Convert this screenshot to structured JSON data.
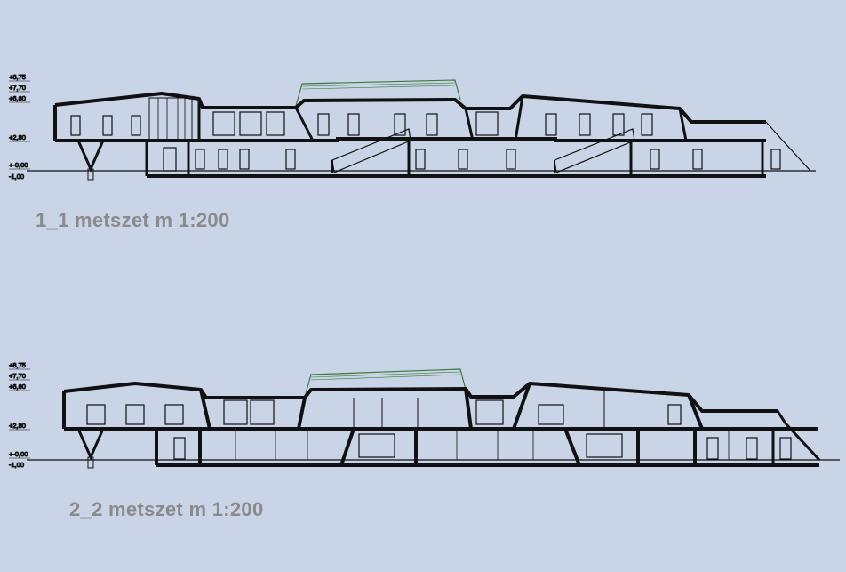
{
  "sections": [
    {
      "title": "1_1 metszet m 1:200",
      "levels": [
        "+8,75",
        "+7,70",
        "+6,60",
        "+2,80",
        "+-0,00",
        "-1,00"
      ]
    },
    {
      "title": "2_2 metszet m 1:200",
      "levels": [
        "+8,75",
        "+7,70",
        "+6,60",
        "+2,80",
        "+-0,00",
        "-1,00"
      ]
    }
  ],
  "colors": {
    "background": "#c9d4e6",
    "structure": "#111111",
    "roof_glazing": "#3d7a3d",
    "title_text": "#8a8a8a"
  }
}
